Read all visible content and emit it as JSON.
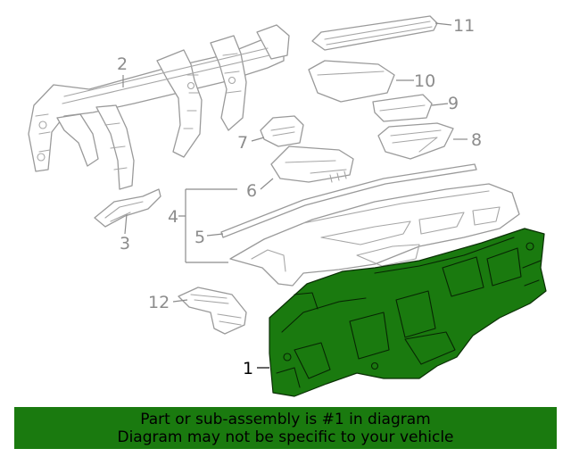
{
  "callouts": [
    {
      "id": "1",
      "label": "1"
    },
    {
      "id": "2",
      "label": "2"
    },
    {
      "id": "3",
      "label": "3"
    },
    {
      "id": "4",
      "label": "4"
    },
    {
      "id": "5",
      "label": "5"
    },
    {
      "id": "6",
      "label": "6"
    },
    {
      "id": "7",
      "label": "7"
    },
    {
      "id": "8",
      "label": "8"
    },
    {
      "id": "9",
      "label": "9"
    },
    {
      "id": "10",
      "label": "10"
    },
    {
      "id": "11",
      "label": "11"
    },
    {
      "id": "12",
      "label": "12"
    }
  ],
  "highlighted_part": "1",
  "colors": {
    "highlight": "#1a7a0f",
    "line_art": "#9a9a9a",
    "callout_text": "#8c8c8c",
    "active_text": "#000000"
  },
  "banner": {
    "line1": "Part or sub-assembly is #1 in diagram",
    "line2": "Diagram may not be specific to your vehicle"
  }
}
